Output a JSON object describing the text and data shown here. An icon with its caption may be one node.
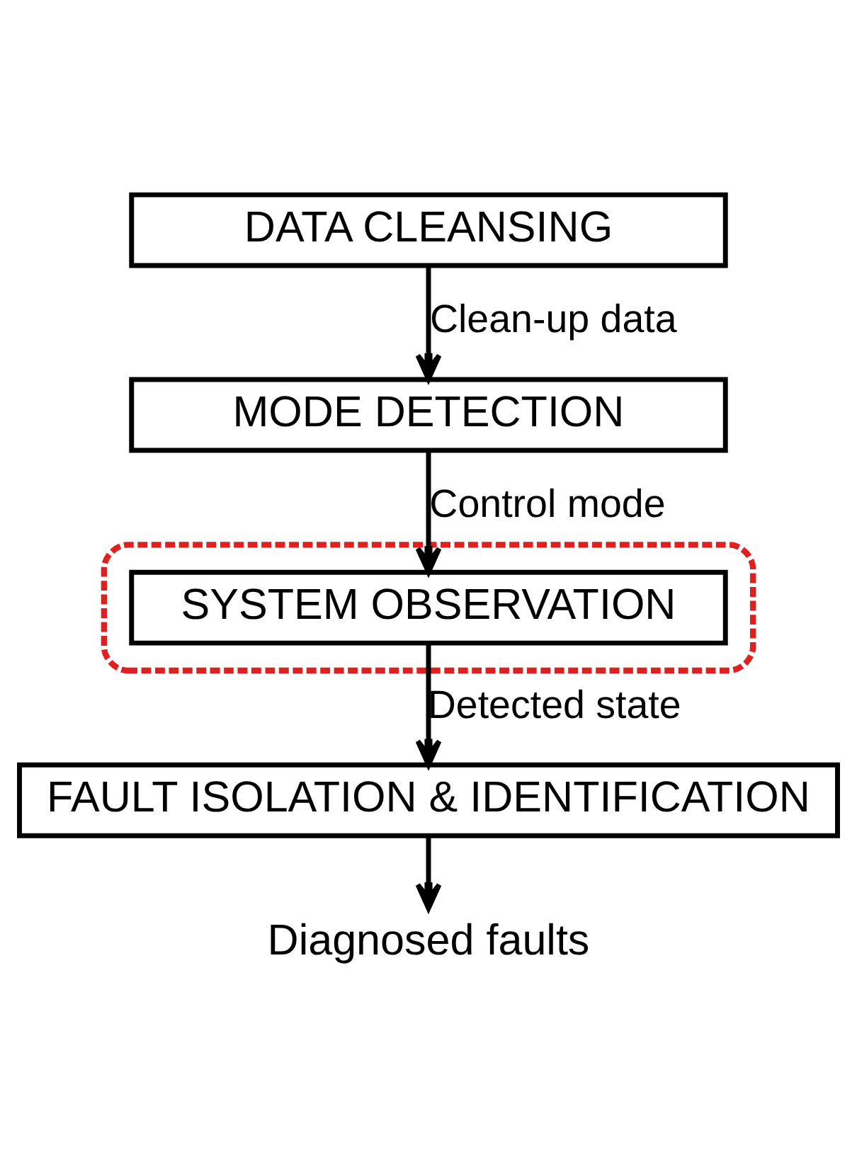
{
  "diagram": {
    "nodes": [
      {
        "text": [
          "DATA CLEANSING"
        ]
      },
      {
        "text": [
          "MODE DETECTION"
        ]
      },
      {
        "text": [],
        "shape": "ellipse"
      },
      {
        "text": [
          "SYSTEM OBSERVATION"
        ],
        "in": 2
      },
      {
        "text": [
          "FAULT ISOLATION & IDENTIFICATION"
        ]
      },
      {
        "text": [
          "Diagnosed faults"
        ]
      }
    ],
    "edges": [
      {
        "from": 0,
        "to": 1,
        "arrow": "to",
        "label": "Clean-up data"
      },
      {
        "from": 1,
        "to": 3,
        "arrow": "to",
        "label": "Control mode"
      },
      {
        "from": 3,
        "to": 4,
        "arrow": "to",
        "label": "Detected state"
      },
      {
        "from": 4,
        "to": 5,
        "arrow": "to"
      }
    ]
  }
}
